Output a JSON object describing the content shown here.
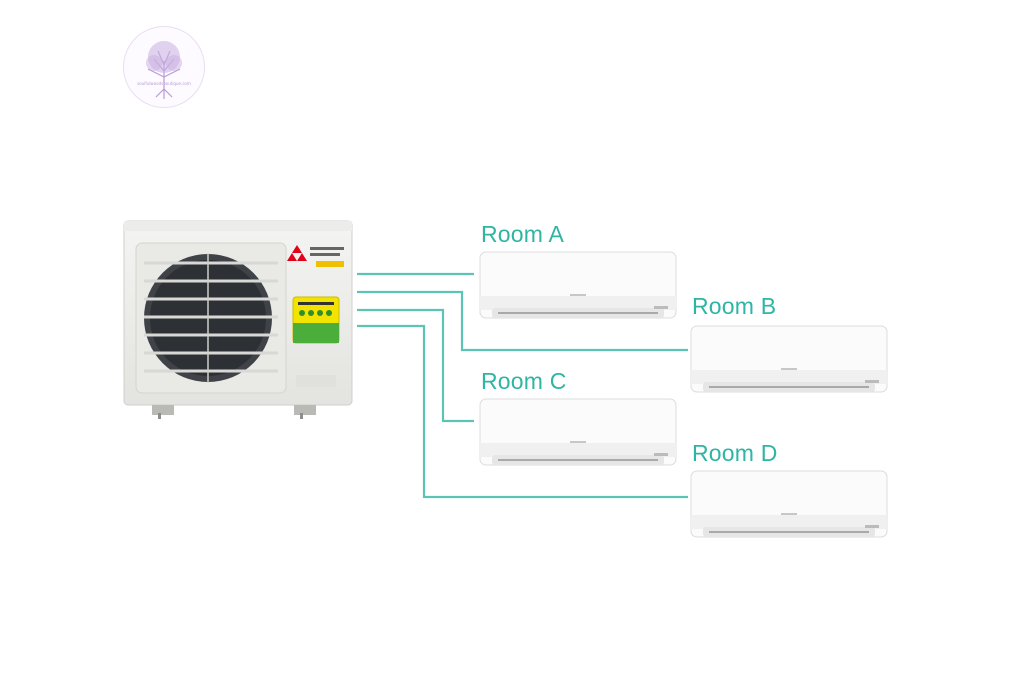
{
  "diagram": {
    "line_color": "#5cc4b6",
    "label_color": "#2fb5a4",
    "rooms": [
      {
        "id": "A",
        "label": "Room A"
      },
      {
        "id": "B",
        "label": "Room B"
      },
      {
        "id": "C",
        "label": "Room C"
      },
      {
        "id": "D",
        "label": "Room D"
      }
    ],
    "outdoor_unit": {
      "brand": "MITSUBISHI ELECTRIC",
      "badge_color": "#e2001a",
      "energy_label_color": "#f2e400"
    },
    "watermark": {
      "text": "soulfulwoodsboutique.com",
      "color": "#b79bd0"
    }
  }
}
